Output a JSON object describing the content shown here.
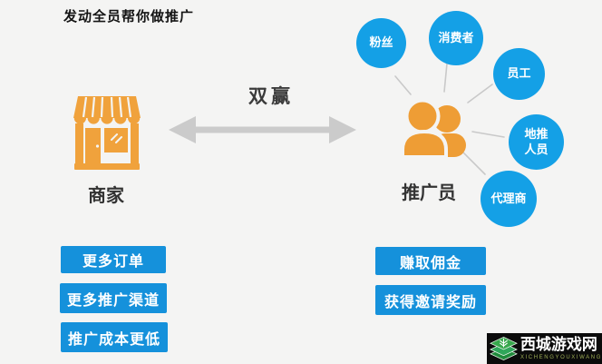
{
  "title": "发动全员帮你做推广",
  "relation_label": "双赢",
  "merchant": {
    "label": "商家",
    "benefits": [
      "更多订单",
      "更多推广渠道",
      "推广成本更低"
    ]
  },
  "promoter": {
    "label": "推广员",
    "sources": [
      "粉丝",
      "消费者",
      "员工",
      "地推\n人员",
      "代理商"
    ],
    "benefits": [
      "赚取佣金",
      "获得邀请奖励"
    ]
  },
  "watermark": {
    "site_name": "西城游戏网",
    "site_romanized": "XICHENGYOUXIWANG"
  },
  "colors": {
    "bubble_blue": "#14A0E6",
    "button_blue": "#1591DB",
    "icon_orange": "#F0A23C",
    "arrow_gray": "#CBCBCB",
    "watermark_green": "#37A84C",
    "background": "#F4F4F3"
  }
}
